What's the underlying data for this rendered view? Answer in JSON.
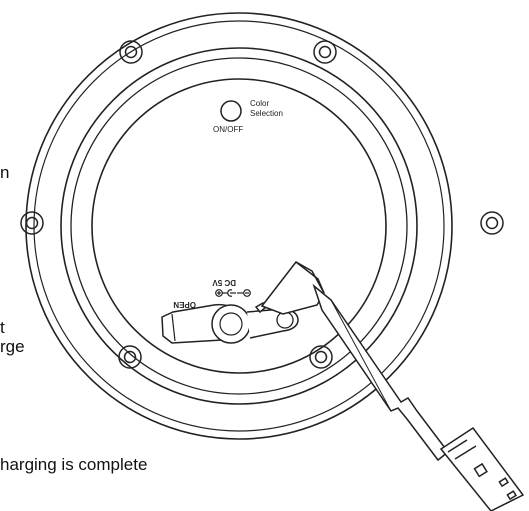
{
  "diagram": {
    "labels": {
      "power_button": "ON/OFF",
      "color_button_line1": "Color",
      "color_button_line2": "Selection",
      "port_label": "DC 5V",
      "cover_label": "OPEN"
    },
    "side_text": {
      "line_1": "n",
      "line_2": "t",
      "line_3": "rge",
      "line_4": "harging is complete"
    },
    "colors": {
      "stroke": "#222222",
      "background": "#ffffff"
    }
  }
}
